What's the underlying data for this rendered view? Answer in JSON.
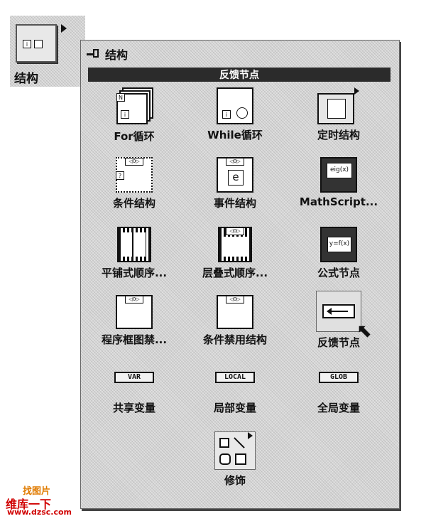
{
  "launcher": {
    "label": "结构"
  },
  "palette": {
    "title": "结构",
    "tooltip": "反馈节点",
    "items": [
      {
        "label": "For循环",
        "icon": "for-loop-icon"
      },
      {
        "label": "While循环",
        "icon": "while-loop-icon"
      },
      {
        "label": "定时结构",
        "icon": "timed-structure-icon"
      },
      {
        "label": "条件结构",
        "icon": "case-structure-icon"
      },
      {
        "label": "事件结构",
        "icon": "event-structure-icon"
      },
      {
        "label": "MathScript...",
        "icon": "mathscript-icon"
      },
      {
        "label": "平铺式顺序...",
        "icon": "flat-sequence-icon"
      },
      {
        "label": "层叠式顺序...",
        "icon": "stacked-sequence-icon"
      },
      {
        "label": "公式节点",
        "icon": "formula-node-icon"
      },
      {
        "label": "程序框图禁...",
        "icon": "diagram-disable-icon"
      },
      {
        "label": "条件禁用结构",
        "icon": "conditional-disable-icon"
      },
      {
        "label": "反馈节点",
        "icon": "feedback-node-icon"
      },
      {
        "label": "共享变量",
        "icon": "shared-variable-icon",
        "tag": "VAR"
      },
      {
        "label": "局部变量",
        "icon": "local-variable-icon",
        "tag": "LOCAL"
      },
      {
        "label": "全局变量",
        "icon": "global-variable-icon",
        "tag": "GLOB"
      },
      {
        "label": "修饰",
        "icon": "decorations-icon"
      }
    ],
    "icon_text": {
      "for_count": "N",
      "for_index": "i",
      "event_e": "e",
      "mathscript": "eig(x)",
      "formula": "y=f(x)",
      "case_tab": "◁0▷"
    }
  },
  "watermark": {
    "line1": "找图片",
    "line2": "维库一下",
    "line3": "www.dzsc.com"
  },
  "colors": {
    "panel": "#d6d6d6",
    "tip_bar": "#2b2b2b",
    "watermark": "#d00000"
  }
}
